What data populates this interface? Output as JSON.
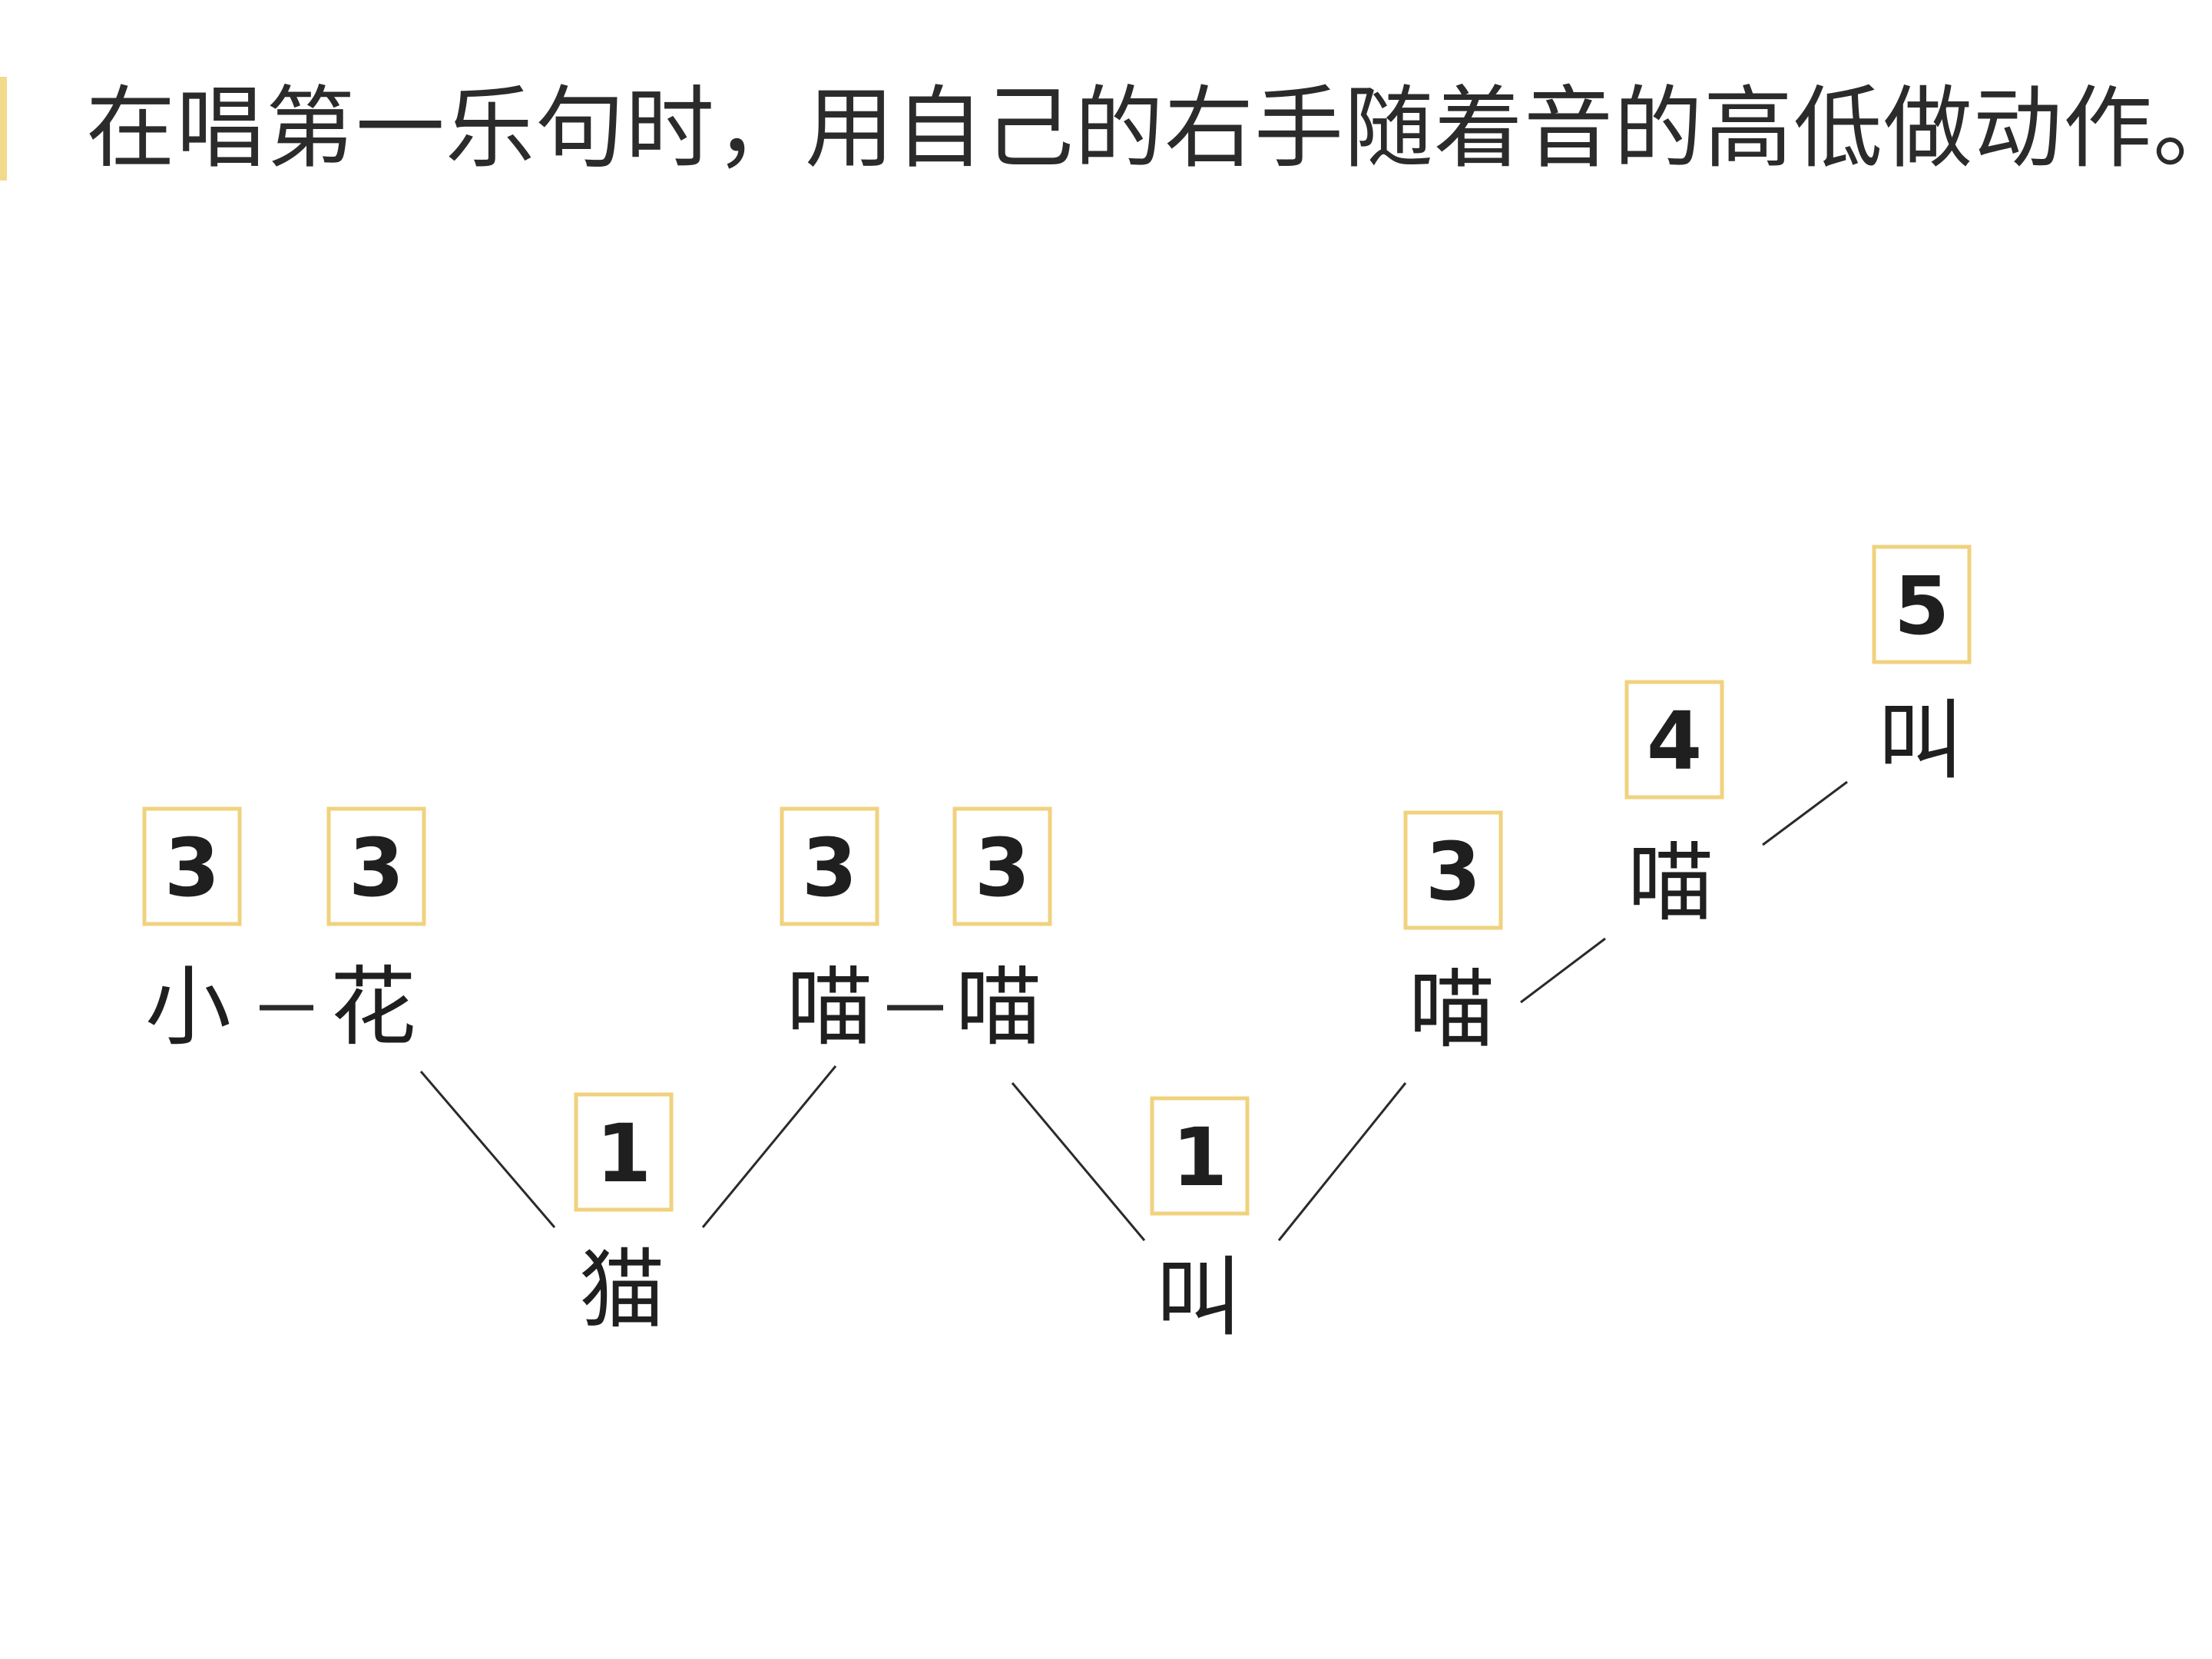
{
  "instruction": "在唱第一乐句时，用自己的右手随着音的高低做动作。",
  "colors": {
    "box_border": "#f0d27e",
    "accent_bar": "#f3d98a",
    "text": "#1f1f1f"
  },
  "notes": [
    {
      "id": "n1",
      "num": "3",
      "lyric": "小"
    },
    {
      "id": "n2",
      "num": "3",
      "lyric": "花"
    },
    {
      "id": "n3",
      "num": "1",
      "lyric": "猫"
    },
    {
      "id": "n4",
      "num": "3",
      "lyric": "喵"
    },
    {
      "id": "n5",
      "num": "3",
      "lyric": "喵"
    },
    {
      "id": "n6",
      "num": "1",
      "lyric": "叫"
    },
    {
      "id": "n7",
      "num": "3",
      "lyric": "喵"
    },
    {
      "id": "n8",
      "num": "4",
      "lyric": "喵"
    },
    {
      "id": "n9",
      "num": "5",
      "lyric": "叫"
    }
  ]
}
